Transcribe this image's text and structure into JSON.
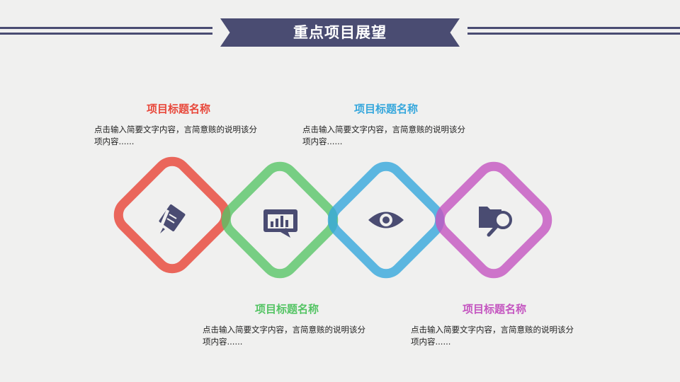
{
  "header": {
    "title": "重点项目展望",
    "color": "#4a4c72"
  },
  "items": [
    {
      "title": "项目标题名称",
      "description": "点击输入简要文字内容，言简意赅的说明该分项内容......",
      "color": "#e8473a",
      "icon": "document-pen-icon"
    },
    {
      "title": "项目标题名称",
      "description": "点击输入简要文字内容，言简意赅的说明该分项内容......",
      "color": "#54c464",
      "icon": "presentation-chart-icon"
    },
    {
      "title": "项目标题名称",
      "description": "点击输入简要文字内容，言简意赅的说明该分项内容......",
      "color": "#36a7dc",
      "icon": "eye-icon"
    },
    {
      "title": "项目标题名称",
      "description": "点击输入简要文字内容，言简意赅的说明该分项内容......",
      "color": "#c455c0",
      "icon": "folder-search-icon"
    }
  ]
}
